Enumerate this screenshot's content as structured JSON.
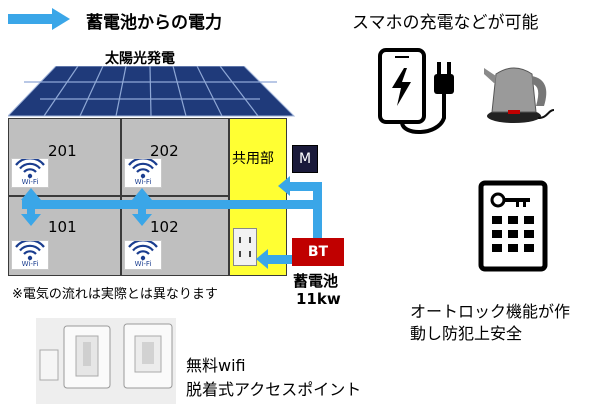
{
  "header": {
    "title": "蓄電池からの電力",
    "right_title": "スマホの充電などが可能"
  },
  "building": {
    "solar_label": "太陽光発電",
    "rooms": [
      "201",
      "202",
      "101",
      "102"
    ],
    "common_area_label": "共用部",
    "meter_label": "M",
    "wifi_badge": "Wi-Fi",
    "note": "※電気の流れは実際とは異なります"
  },
  "battery": {
    "badge": "BT",
    "label": "蓄電池",
    "capacity": "11kw"
  },
  "features": {
    "autolock_line1": "オートロック機能が作",
    "autolock_line2": "動し防犯上安全",
    "wifi_line1": "無料wifi",
    "wifi_line2": "脱着式アクセスポイント"
  },
  "colors": {
    "arrow_blue": "#3aa6e8",
    "common_area_yellow": "#ffff33",
    "battery_red": "#c00000",
    "room_gray": "#bfbfbf",
    "panel_navy": "#1f3a7a"
  }
}
